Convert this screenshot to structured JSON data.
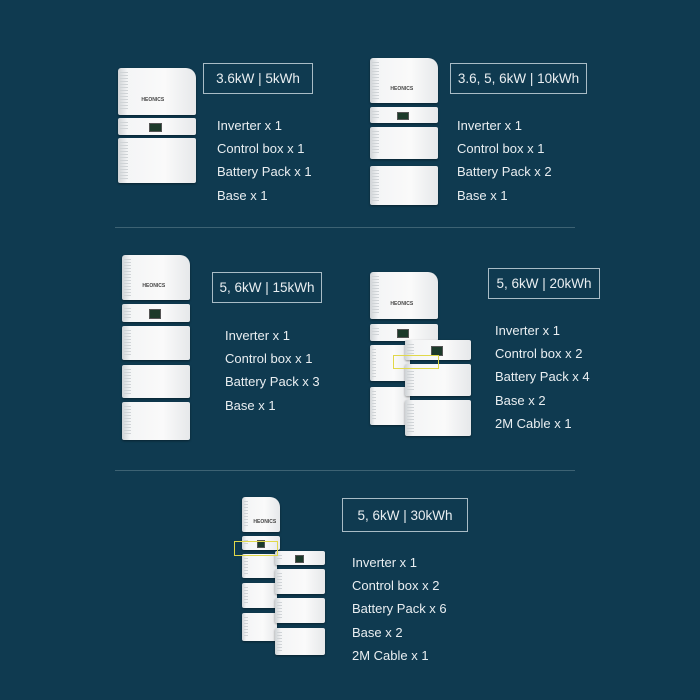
{
  "brand": "HEONICS",
  "configs": [
    {
      "title": "3.6kW | 5kWh",
      "items": [
        "Inverter x 1",
        "Control box x 1",
        "Battery Pack x 1",
        "Base x 1"
      ]
    },
    {
      "title": "3.6, 5, 6kW | 10kWh",
      "items": [
        "Inverter x 1",
        "Control box x 1",
        "Battery Pack x 2",
        "Base x 1"
      ]
    },
    {
      "title": "5, 6kW | 15kWh",
      "items": [
        "Inverter x 1",
        "Control box x 1",
        "Battery Pack x 3",
        "Base x 1"
      ]
    },
    {
      "title": "5, 6kW | 20kWh",
      "items": [
        "Inverter x 1",
        "Control box x 2",
        "Battery Pack x 4",
        "Base x 2",
        "2M Cable x 1"
      ]
    },
    {
      "title": "5, 6kW | 30kWh",
      "items": [
        "Inverter x 1",
        "Control box x 2",
        "Battery Pack x 6",
        "Base x 2",
        "2M Cable x 1"
      ]
    }
  ],
  "colors": {
    "background": "#0f3a50",
    "highlight": "#e1d84a"
  }
}
